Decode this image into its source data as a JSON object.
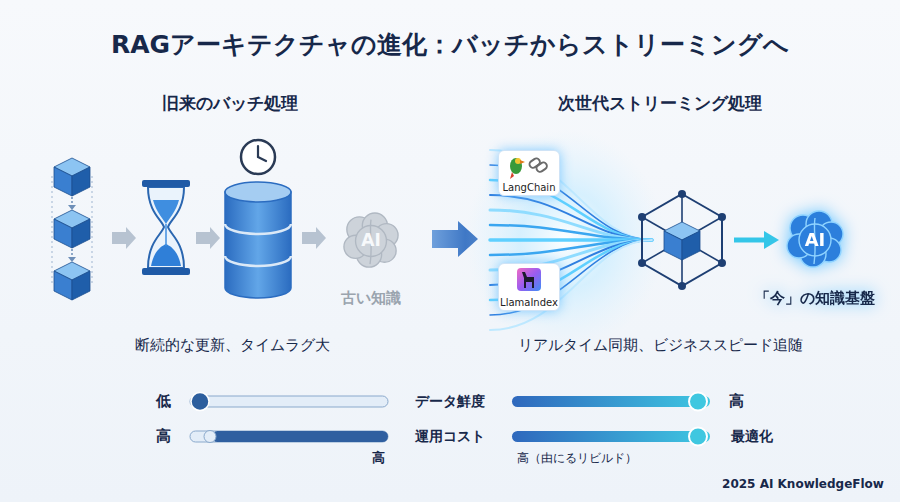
{
  "diagram": {
    "title": "RAGアーキテクチャの進化：バッチからストリーミングへ",
    "nodes": [
      {
        "text": [
          "AI",
          "古い知識"
        ]
      },
      {
        "text": [
          "LangChain"
        ]
      },
      {
        "text": [
          "LlamaIndex"
        ]
      },
      {
        "text": [
          "AI",
          "「今」の知識基盤"
        ]
      }
    ],
    "labels": [
      "旧来のバッチ処理",
      "次世代ストリーミング処理",
      "断続的な更新、タイムラグ大",
      "リアルタイム同期、ビジネススピード追随",
      "低",
      "データ鮮度",
      "高",
      "高",
      "運用コスト",
      "最適化",
      "高",
      "高（由にるリビルド）",
      "2025 AI KnowledgeFlow"
    ]
  }
}
